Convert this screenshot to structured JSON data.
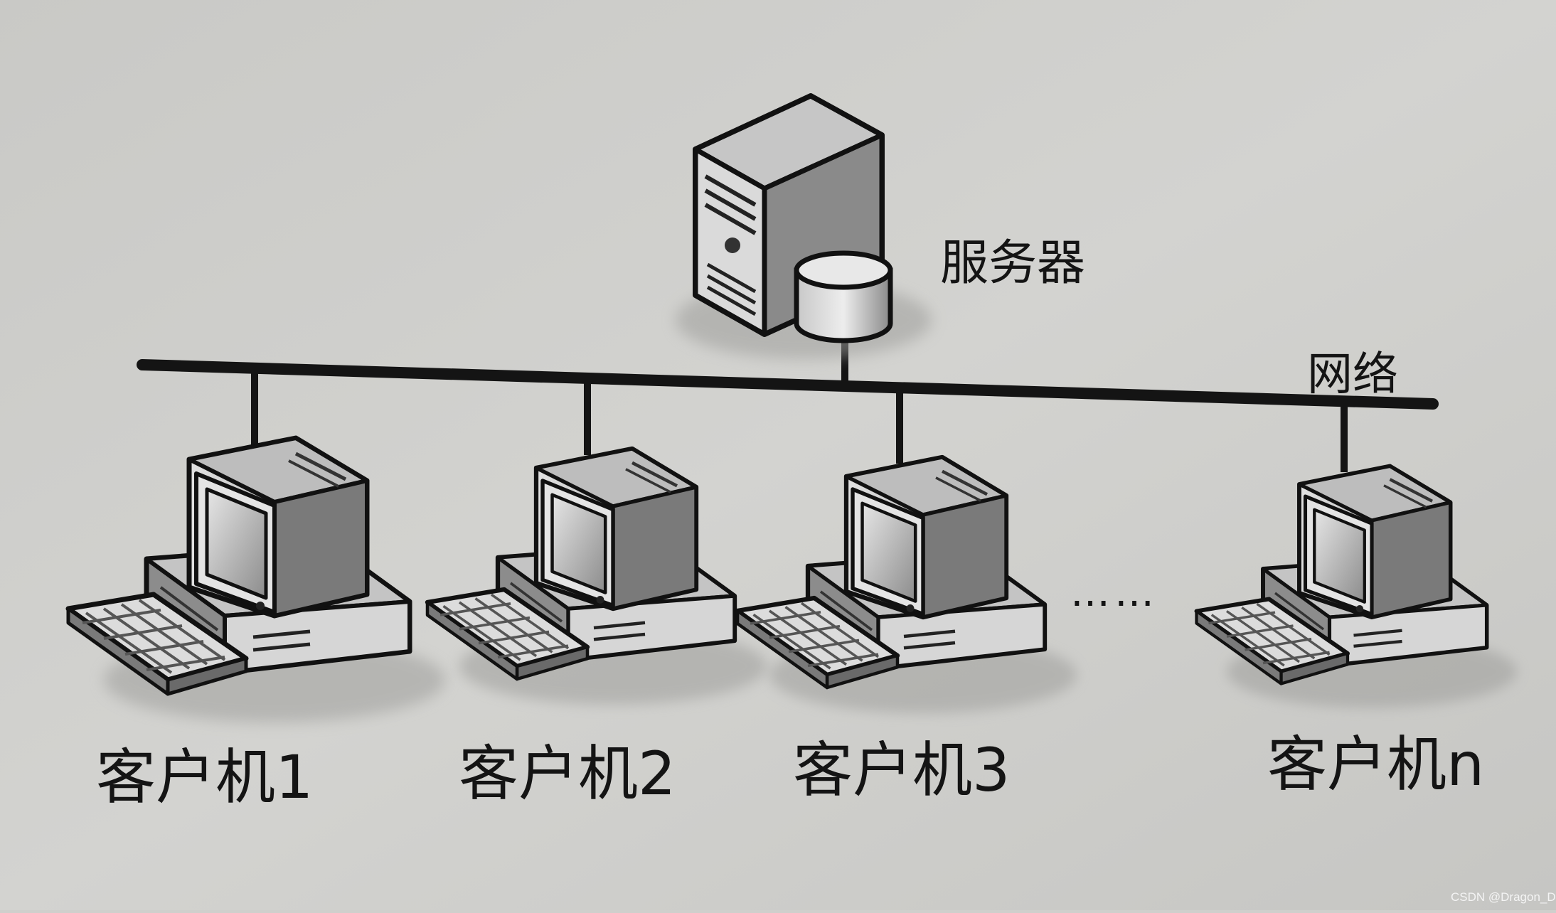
{
  "server": {
    "label": "服务器"
  },
  "network": {
    "label": "网络"
  },
  "clients": [
    {
      "label": "客户机1"
    },
    {
      "label": "客户机2"
    },
    {
      "label": "客户机3"
    },
    {
      "label": "客户机n"
    }
  ],
  "ellipsis": "……",
  "watermark": "CSDN @Dragon_D.",
  "colors": {
    "paper": "#cfcfcc",
    "ink": "#141414",
    "device_light": "#dcdcdc",
    "device_mid": "#9a9a9a",
    "device_dark": "#5a5a5a"
  }
}
